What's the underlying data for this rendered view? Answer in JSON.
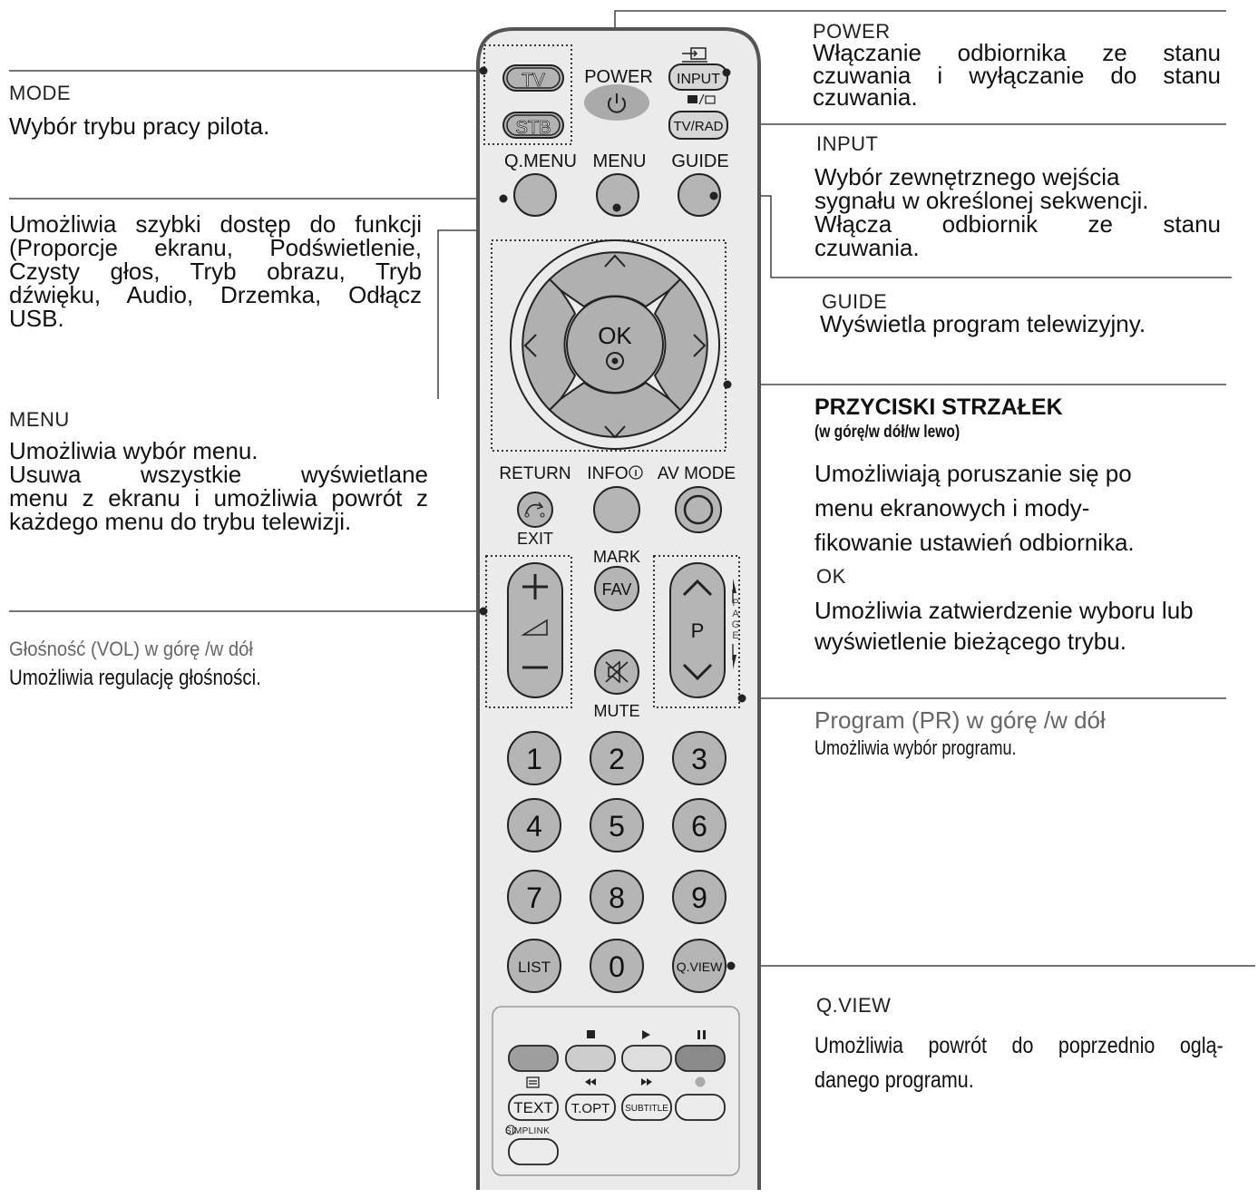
{
  "remote": {
    "mode_buttons": [
      "TV",
      "STB"
    ],
    "power_label": "POWER",
    "input_label": "INPUT",
    "tvrad_label": "TV/RAD",
    "qmenu_label": "Q.MENU",
    "menu_label": "MENU",
    "guide_label": "GUIDE",
    "ok_label": "OK",
    "return_label": "RETURN",
    "exit_label": "EXIT",
    "info_label": "INFO",
    "avmode_label": "AV MODE",
    "mark_label": "MARK",
    "fav_label": "FAV",
    "mute_label": "MUTE",
    "p_label": "P",
    "page_label": "PAGE",
    "digits": [
      "1",
      "2",
      "3",
      "4",
      "5",
      "6",
      "7",
      "8",
      "9"
    ],
    "list_label": "LIST",
    "zero_label": "0",
    "qview_label": "Q.VIEW",
    "text_label": "TEXT",
    "topt_label": "T.OPT",
    "subtitle_label": "SUBTITLE",
    "simplink_label": "SIMPLINK",
    "colors": {
      "body": "#ebebeb",
      "button": "#bdbdbd",
      "outline": "#333333",
      "pad": "#aeaeae"
    }
  },
  "annotations": {
    "mode": {
      "title": "MODE",
      "text": "Wybór trybu pracy pilota."
    },
    "qmenu": {
      "lines": [
        "Umożliwia szybki dostęp do funkcji",
        "(Proporcje ekranu, Podświetlenie,",
        "Czysty głos, Tryb obrazu, Tryb",
        "dźwięku, Audio, Drzemka, Odłącz",
        "USB."
      ]
    },
    "menu": {
      "title": "MENU",
      "lines": [
        "Umożliwia wybór menu.",
        "Usuwa wszystkie wyświetlane",
        "menu z ekranu i umożliwia powrót z",
        "każdego menu do trybu telewizji."
      ]
    },
    "volume": {
      "title": "Głośność (VOL) w górę /w dół",
      "text": "Umożliwia regulację głośności."
    },
    "power": {
      "title": "POWER",
      "lines": [
        "Włączanie odbiornika ze stanu",
        "czuwania i wyłączanie do stanu",
        "czuwania."
      ]
    },
    "input": {
      "title": "INPUT",
      "lines": [
        "Wybór zewnętrznego wejścia",
        "sygnału w określonej sekwencji.",
        "Włącza odbiornik ze stanu",
        "czuwania."
      ]
    },
    "guide": {
      "title": "GUIDE",
      "text": "Wyświetla program telewizyjny."
    },
    "arrows": {
      "title": "PRZYCISKI STRZAŁEK",
      "subtitle": "(w górę/w dół/w lewo)",
      "lines": [
        "Umożliwiają poruszanie się po",
        "menu ekranowych i mody-",
        "fikowanie ustawień odbiornika."
      ]
    },
    "ok": {
      "title": "OK",
      "lines": [
        "Umożliwia zatwierdzenie wyboru lub",
        "wyświetlenie bieżącego trybu."
      ]
    },
    "program": {
      "title": "Program (PR) w górę /w dół",
      "text": "Umożliwia wybór programu."
    },
    "qview": {
      "title": "Q.VIEW",
      "lines": [
        "Umożliwia powrót do poprzednio oglą-",
        "danego programu."
      ]
    }
  }
}
